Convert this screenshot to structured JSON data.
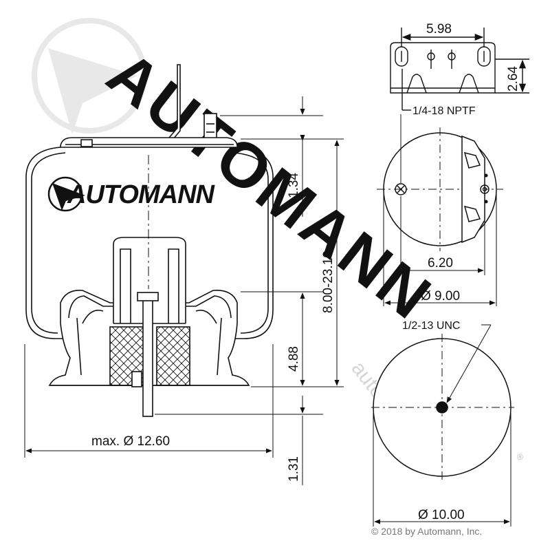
{
  "brand": {
    "logo_text": "AUTOMANN",
    "watermark_text": "AUTOMANN",
    "website": "automann.com",
    "copyright": "© 2018 by Automann, Inc.",
    "colors": {
      "line": "#111111",
      "watermark": "#e6e6e6"
    }
  },
  "dimensions": {
    "top_plate_width": "5.98",
    "top_plate_height": "2.64",
    "stud_height": "1.34",
    "piston_height": "4.88",
    "stroke_range": "8.00-23.10",
    "bottom_stud": "1.31",
    "max_diameter": "max. Ø 12.60",
    "top_bolt_spacing": "6.20",
    "top_diameter": "Ø 9.00",
    "bottom_diameter": "Ø 10.00"
  },
  "notes": {
    "air_fitting": "1/4-18 NPTF",
    "bottom_thread": "1/2-13 UNC"
  }
}
